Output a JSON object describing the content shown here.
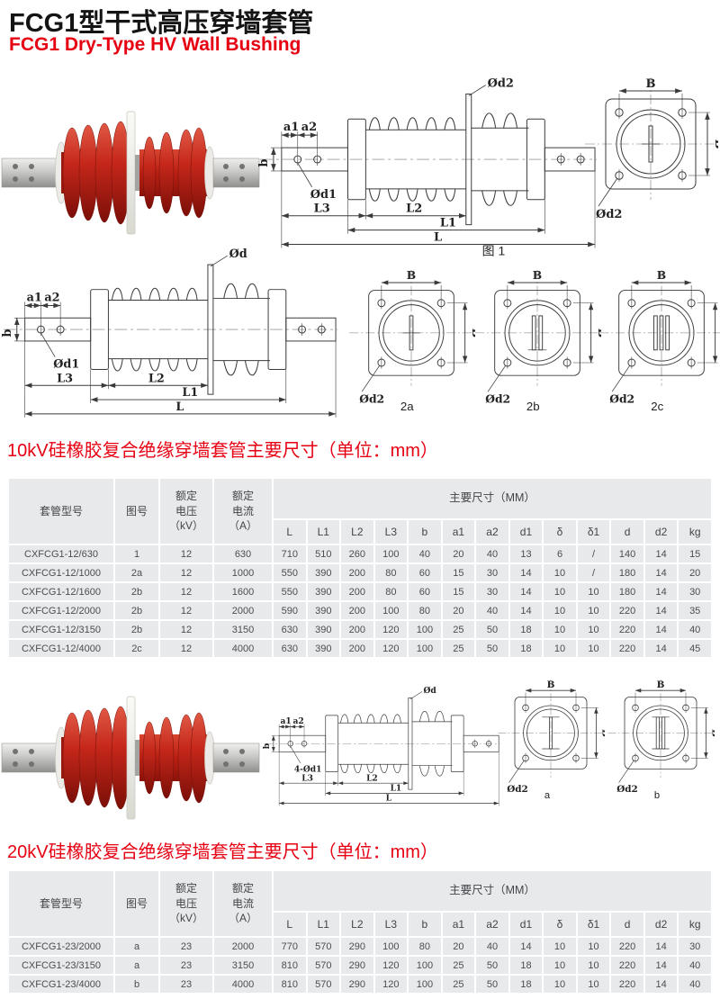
{
  "page": {
    "title": "FCG1型干式高压穿墙套管",
    "subtitle": "FCG1 Dry-Type HV Wall Bushing"
  },
  "sections": {
    "s10": {
      "heading": "10kV硅橡胶复合绝缘穿墙套管主要尺寸（单位：mm）"
    },
    "s20": {
      "heading": "20kV硅橡胶复合绝缘穿墙套管主要尺寸（单位：mm）"
    }
  },
  "drawings": {
    "side1": {
      "a1": "a1",
      "a2": "a2",
      "b": "b",
      "d1": "Ød1",
      "d2": "Ød2",
      "L3": "L3",
      "L2": "L2",
      "L1": "L1",
      "L": "L",
      "caption": "图 1"
    },
    "side2": {
      "a1": "a1",
      "a2": "a2",
      "b": "b",
      "d1": "Ød1",
      "d": "Ød",
      "L3": "L3",
      "L2": "L2",
      "L1": "L1",
      "L": "L"
    },
    "side3": {
      "a1": "a1",
      "a2": "a2",
      "b": "b",
      "d1": "4-Ød1",
      "d": "Ød",
      "L3": "L3",
      "L2": "L2",
      "L1": "L1",
      "L": "L"
    },
    "flange": {
      "B": "B",
      "d2": "Ød2",
      "captions": {
        "c2a": "2a",
        "c2b": "2b",
        "c2c": "2c",
        "ca": "a",
        "cb": "b"
      }
    }
  },
  "tables": [
    {
      "id": "spec-table-10kv",
      "header": {
        "col_model": "套管型号",
        "col_fig": "图号",
        "col_voltage": "额定\n电压\n（kV）",
        "col_current": "额定\n电流\n（A）",
        "col_dims": "主要尺寸（MM）",
        "dim_cols": [
          "L",
          "L1",
          "L2",
          "L3",
          "b",
          "a1",
          "a2",
          "d1",
          "δ",
          "δ1",
          "d",
          "d2",
          "kg"
        ]
      },
      "rows": [
        [
          "CXFCG1-12/630",
          "1",
          "12",
          "630",
          "710",
          "510",
          "260",
          "100",
          "40",
          "20",
          "40",
          "13",
          "6",
          "/",
          "140",
          "14",
          "15"
        ],
        [
          "CXFCG1-12/1000",
          "2a",
          "12",
          "1000",
          "550",
          "390",
          "200",
          "80",
          "60",
          "15",
          "30",
          "14",
          "10",
          "/",
          "180",
          "14",
          "20"
        ],
        [
          "CXFCG1-12/1600",
          "2b",
          "12",
          "1600",
          "550",
          "390",
          "200",
          "80",
          "60",
          "15",
          "30",
          "14",
          "10",
          "10",
          "180",
          "14",
          "30"
        ],
        [
          "CXFCG1-12/2000",
          "2b",
          "12",
          "2000",
          "590",
          "390",
          "200",
          "100",
          "80",
          "20",
          "40",
          "14",
          "10",
          "10",
          "220",
          "14",
          "35"
        ],
        [
          "CXFCG1-12/3150",
          "2b",
          "12",
          "3150",
          "630",
          "390",
          "200",
          "120",
          "100",
          "25",
          "50",
          "18",
          "10",
          "10",
          "220",
          "14",
          "40"
        ],
        [
          "CXFCG1-12/4000",
          "2c",
          "12",
          "4000",
          "630",
          "390",
          "200",
          "120",
          "100",
          "25",
          "50",
          "18",
          "10",
          "10",
          "220",
          "14",
          "45"
        ]
      ]
    },
    {
      "id": "spec-table-20kv",
      "header": {
        "col_model": "套管型号",
        "col_fig": "图号",
        "col_voltage": "额定\n电压\n（kV）",
        "col_current": "额定\n电流\n（A）",
        "col_dims": "主要尺寸（MM）",
        "dim_cols": [
          "L",
          "L1",
          "L2",
          "L3",
          "b",
          "a1",
          "a2",
          "d1",
          "δ",
          "δ1",
          "d",
          "d2",
          "kg"
        ]
      },
      "rows": [
        [
          "CXFCG1-23/2000",
          "a",
          "23",
          "2000",
          "770",
          "570",
          "290",
          "100",
          "80",
          "20",
          "40",
          "14",
          "10",
          "10",
          "220",
          "14",
          "30"
        ],
        [
          "CXFCG1-23/3150",
          "a",
          "23",
          "3150",
          "810",
          "570",
          "290",
          "120",
          "100",
          "25",
          "50",
          "18",
          "10",
          "10",
          "220",
          "14",
          "40"
        ],
        [
          "CXFCG1-23/4000",
          "b",
          "23",
          "4000",
          "810",
          "570",
          "290",
          "120",
          "100",
          "25",
          "50",
          "18",
          "10",
          "10",
          "220",
          "14",
          "40"
        ]
      ]
    }
  ],
  "colors": {
    "accent_red": "#e60012",
    "title_black": "#141414",
    "table_cell_bg": "#e8e9ea",
    "table_text": "#4b4d50",
    "drawing_line": "#3a3a3a",
    "bushing_red": "#c5271a",
    "metal_gray": "#c9c9c7"
  }
}
